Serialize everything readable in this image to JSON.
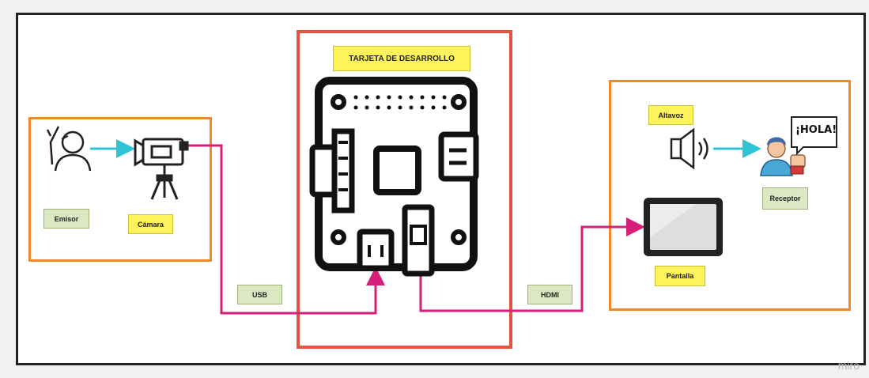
{
  "labels": {
    "board": "TARJETA DE DESARROLLO",
    "emisor": "Emisor",
    "camara": "Cámara",
    "usb": "USB",
    "hdmi": "HDMI",
    "altavoz": "Altavoz",
    "receptor": "Receptor",
    "pantalla": "Pantalla",
    "speech": "¡HOLA!"
  },
  "watermark": "miro",
  "colors": {
    "frame": "#222222",
    "sender_box": "#f0892b",
    "board_box": "#e5533c",
    "receiver_box": "#f0892b",
    "cable": "#d61f78",
    "arrow": "#2ec4d6",
    "label_yellow": "#fff35c",
    "label_green": "#dce8c4"
  },
  "icons": [
    "person-gesture-icon",
    "video-camera-icon",
    "dev-board-icon",
    "speaker-icon",
    "receptor-person-icon",
    "monitor-icon"
  ]
}
